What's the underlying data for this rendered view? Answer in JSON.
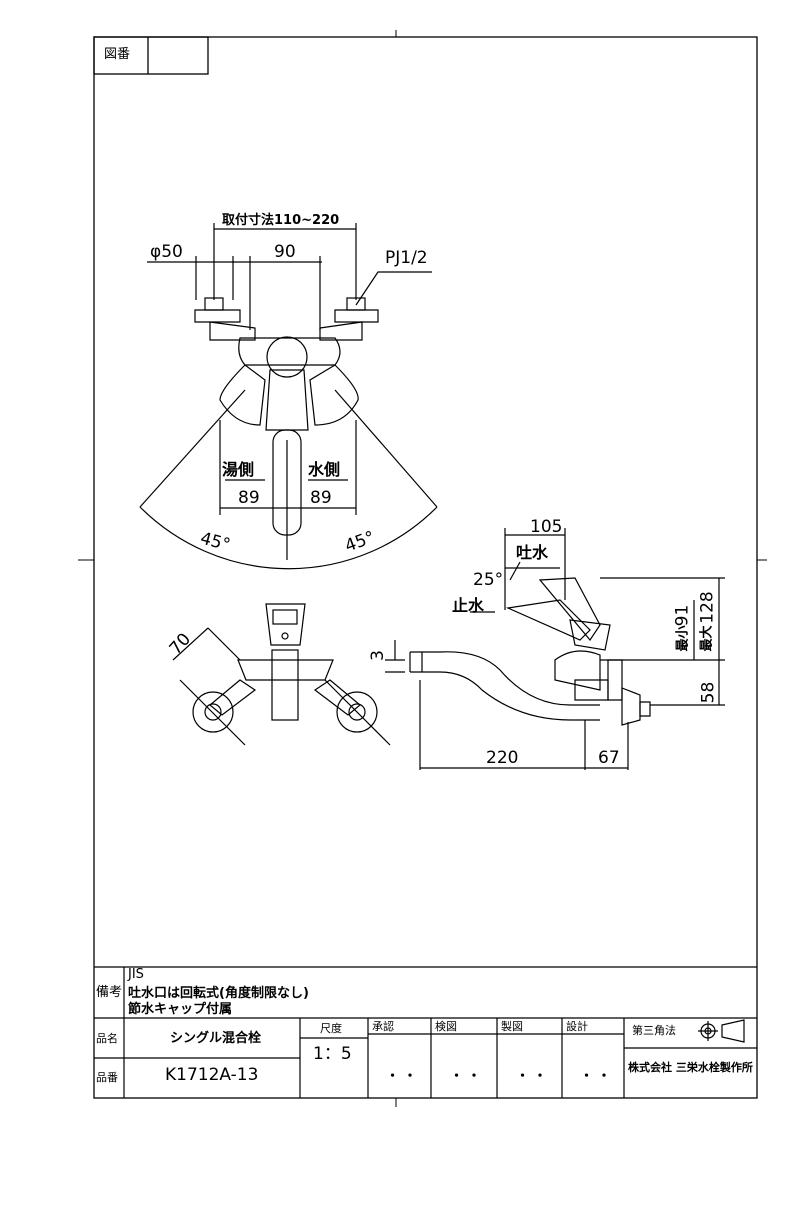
{
  "header": {
    "zuban_label": "図番",
    "zuban_value": ""
  },
  "top_view": {
    "mount_pitch": "取付寸法110~220",
    "phi": "φ50",
    "center": "90",
    "pipe": "PJ1/2",
    "hot_label": "湯側",
    "cold_label": "水側",
    "hot_dim": "89",
    "cold_dim": "89",
    "angle_left": "45°",
    "angle_right": "45°"
  },
  "front_view": {
    "dim": "70"
  },
  "side_view": {
    "top_dim": "105",
    "spout_on": "吐水",
    "angle": "25°",
    "spout_off": "止水",
    "min_label": "最小",
    "min_val": "91",
    "max_label": "最大",
    "max_val": "128",
    "small_dim": "3",
    "bottom_dim": "58",
    "spout_len": "220",
    "wall_dim": "67"
  },
  "title_block": {
    "remarks_label": "備考",
    "remarks": [
      "JIS",
      "吐水口は回転式(角度制限なし)",
      "節水キャップ付属"
    ],
    "name_label": "品名",
    "name_value": "シングル混合栓",
    "number_label": "品番",
    "number_value": "K1712A-13",
    "scale_label": "尺度",
    "scale_value": "1：5",
    "approve_label": "承認",
    "check_label": "検図",
    "draw_label": "製図",
    "design_label": "設計",
    "stamp_mark": "・ ・",
    "projection_label": "第三角法",
    "company": "株式会社 三栄水栓製作所"
  }
}
